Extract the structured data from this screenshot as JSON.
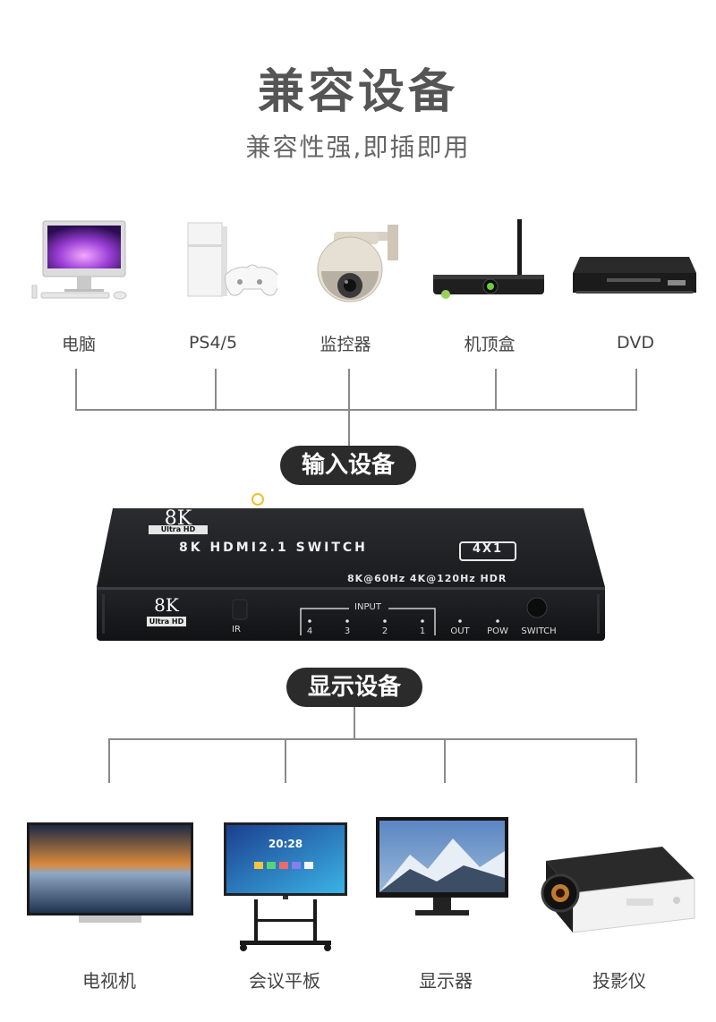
{
  "header": {
    "title": "兼容设备",
    "subtitle": "兼容性强,即插即用"
  },
  "input_devices": [
    {
      "label": "电脑",
      "icon": "computer-icon"
    },
    {
      "label": "PS4/5",
      "icon": "game-console-icon"
    },
    {
      "label": "监控器",
      "icon": "security-camera-icon"
    },
    {
      "label": "机顶盒",
      "icon": "set-top-box-icon"
    },
    {
      "label": "DVD",
      "icon": "dvd-player-icon"
    }
  ],
  "input_group_label": "输入设备",
  "switch": {
    "logo_big": "8K",
    "logo_small": "Ultra HD",
    "model": "8K HDMI2.1 SWITCH",
    "ports": "4X1",
    "spec": "8K@60Hz 4K@120Hz HDR",
    "front_logo_big": "8K",
    "front_logo_small": "Ultra HD",
    "ir_label": "IR",
    "input_label": "INPUT",
    "input_numbers": [
      "4",
      "3",
      "2",
      "1"
    ],
    "out_label": "OUT",
    "pow_label": "POW",
    "switch_label": "SWITCH"
  },
  "output_group_label": "显示设备",
  "output_devices": [
    {
      "label": "电视机",
      "icon": "tv-icon"
    },
    {
      "label": "会议平板",
      "icon": "conference-panel-icon"
    },
    {
      "label": "显示器",
      "icon": "monitor-icon"
    },
    {
      "label": "投影仪",
      "icon": "projector-icon"
    }
  ],
  "conference_panel_time": "20:28",
  "colors": {
    "pill_bg": "#2b2b2b",
    "line": "#8a8a8a",
    "title": "#555555",
    "switch_body": "#1c1d1f"
  }
}
